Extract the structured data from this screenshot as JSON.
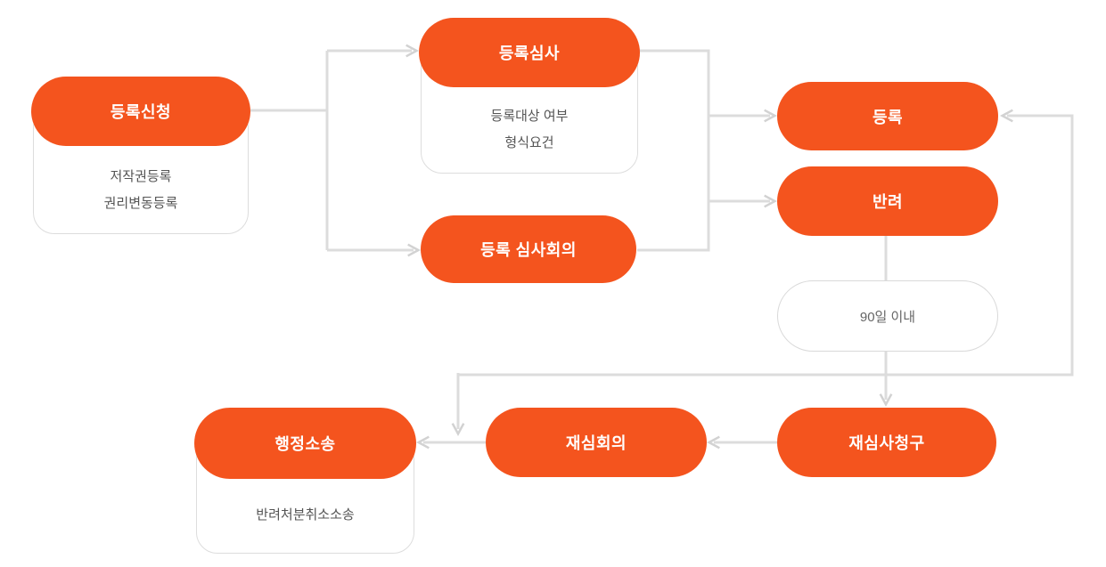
{
  "diagram": {
    "background": "#ffffff",
    "colors": {
      "node_fill": "#f4541e",
      "node_text": "#ffffff",
      "connector": "#dcdcdc",
      "card_border": "#dddddd",
      "detail_text": "#555555",
      "note_text": "#666666"
    },
    "nodes": {
      "apply": {
        "label": "등록신청",
        "details": [
          "저작권등록",
          "권리변동등록"
        ]
      },
      "exam": {
        "label": "등록심사",
        "details": [
          "등록대상 여부",
          "형식요건"
        ]
      },
      "exam_meeting": {
        "label": "등록 심사회의"
      },
      "register": {
        "label": "등록"
      },
      "reject": {
        "label": "반려"
      },
      "deadline_note": {
        "label": "90일 이내"
      },
      "reexam_request": {
        "label": "재심사청구"
      },
      "reexam_meeting": {
        "label": "재심회의"
      },
      "litigation": {
        "label": "행정소송",
        "details": [
          "반려처분취소소송"
        ]
      }
    },
    "edges": [
      {
        "from": "apply",
        "to": "exam"
      },
      {
        "from": "apply",
        "to": "exam_meeting"
      },
      {
        "from": "exam",
        "to": "register"
      },
      {
        "from": "exam",
        "to": "reject"
      },
      {
        "from": "exam_meeting",
        "to": "register"
      },
      {
        "from": "exam_meeting",
        "to": "reject"
      },
      {
        "from": "reject",
        "to": "deadline_note"
      },
      {
        "from": "deadline_note",
        "to": "reexam_request"
      },
      {
        "from": "deadline_note",
        "to": "litigation"
      },
      {
        "from": "reexam_request",
        "to": "reexam_meeting"
      },
      {
        "from": "reexam_meeting",
        "to": "litigation"
      },
      {
        "from": "reexam_request",
        "to": "register"
      }
    ]
  }
}
